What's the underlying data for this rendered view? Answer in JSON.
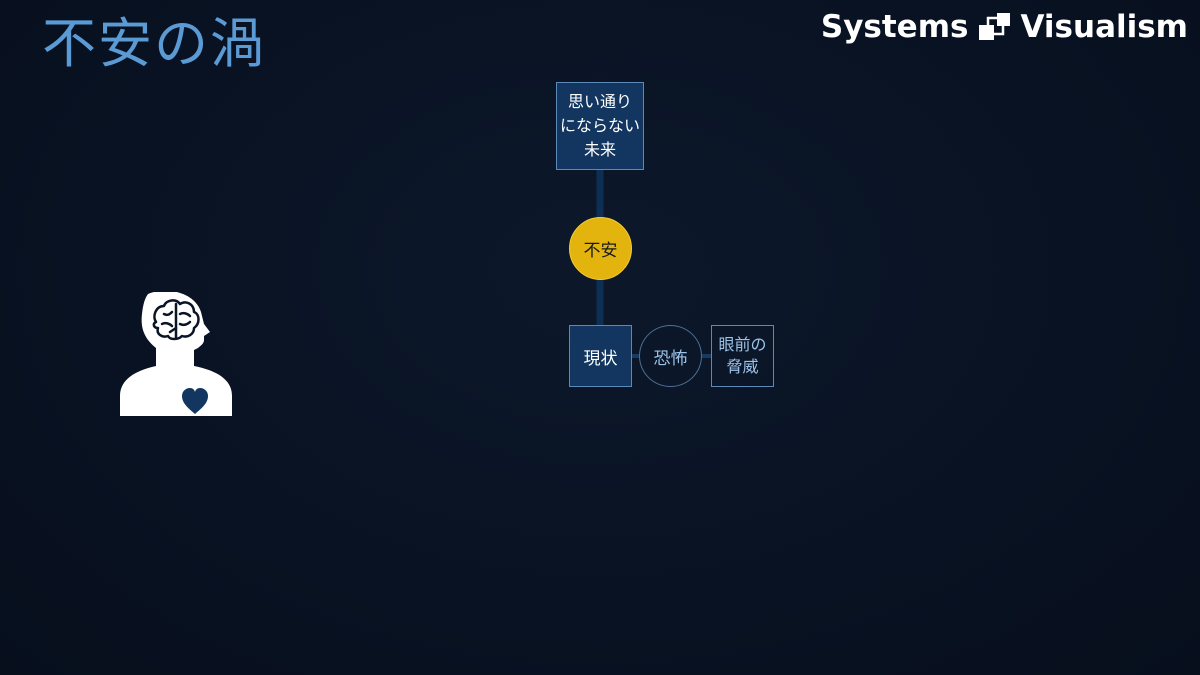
{
  "page": {
    "title": "不安の渦",
    "brand": "Systems Visualism"
  },
  "icons": {
    "brand_logo": "systems-visualism-logo-icon",
    "person": "person-with-brain-and-heart-icon"
  },
  "colors": {
    "background": "#0a1424",
    "title": "#5b9bd5",
    "box_fill": "#12365f",
    "box_border": "#5b89b8",
    "anxiety_fill": "#e3b40e",
    "connector": "#0d2f55",
    "outline_text": "#9cc3e8",
    "icon_white": "#ffffff",
    "heart": "#12365f"
  },
  "diagram": {
    "nodes": {
      "future": "思い通り\nにならない\n未来",
      "anxiety": "不安",
      "current": "現状",
      "fear": "恐怖",
      "threat": "眼前の\n脅威"
    }
  }
}
